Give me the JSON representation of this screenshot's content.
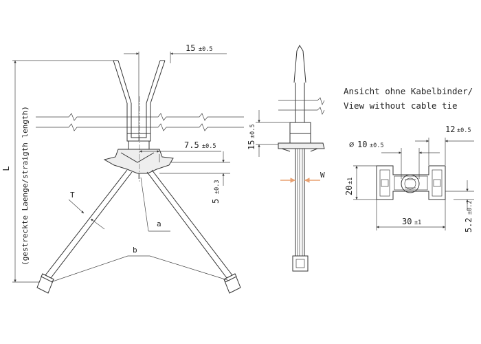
{
  "view_note": {
    "line1": "Ansicht ohne Kabelbinder/",
    "line2": "View without cable tie"
  },
  "length_label": "L",
  "length_caption": "(gestreckte Laenge/straigth length)",
  "labels": {
    "T": "T",
    "a": "a",
    "b": "b",
    "W": "W"
  },
  "dims": {
    "top_width": {
      "value": "15",
      "tol": "±0.5"
    },
    "offset": {
      "value": "7.5",
      "tol": "±0.5"
    },
    "height5": {
      "value": "5",
      "tol": "±0.3"
    },
    "side15": {
      "value": "15",
      "tol": "±0.5"
    },
    "width12": {
      "value": "12",
      "tol": "±0.5"
    },
    "dia10": {
      "value": "10",
      "tol": "±0.5"
    },
    "h20": {
      "value": "20",
      "tol": "±1"
    },
    "w30": {
      "value": "30",
      "tol": "±1"
    },
    "h52": {
      "value": "5.2",
      "tol": "±0.2"
    }
  },
  "colors": {
    "accent": "#e8a070"
  }
}
